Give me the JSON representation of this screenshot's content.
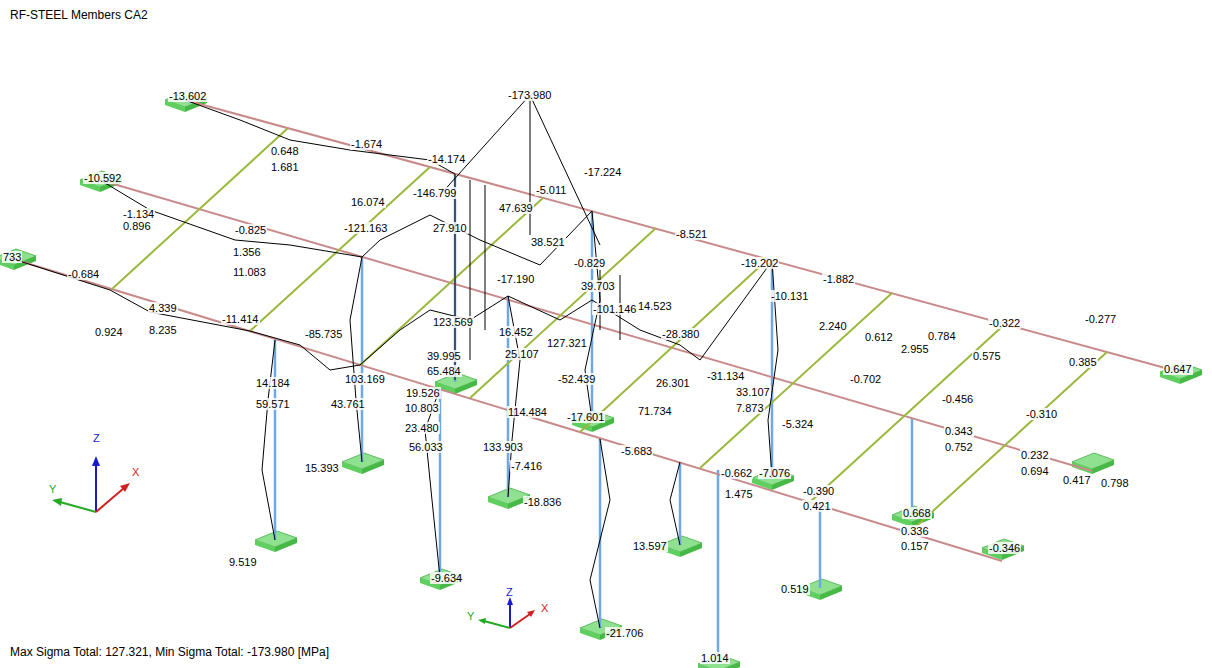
{
  "diagram": {
    "title": "RF-STEEL Members CA2",
    "caption": "Max Sigma Total: 127.321, Min Sigma Total: -173.980 [MPa]",
    "labels": [
      "-13.602",
      "-10.592",
      "733",
      "-173.980",
      "0.648",
      "1.681",
      "-1.674",
      "-14.174",
      "16.074",
      "-146.799",
      "-5.011",
      "47.639",
      "-17.224",
      "-1.134",
      "0.896",
      "-0.825",
      "-121.163",
      "27.910",
      "38.521",
      "-8.521",
      "-0.684",
      "1.356",
      "11.083",
      "-17.190",
      "-0.829",
      "-19.202",
      "39.703",
      "14.523",
      "-10.131",
      "-1.882",
      "-11.414",
      "-85.735",
      "123.569",
      "-101.146",
      "0.924",
      "4.339",
      "8.235",
      "39.995",
      "65.484",
      "16.452",
      "127.321",
      "-28.380",
      "2.240",
      "0.612",
      "2.955",
      "0.784",
      "-0.322",
      "-0.277",
      "0.575",
      "0.385",
      "0.647",
      "14.184",
      "103.169",
      "19.526",
      "25.107",
      "-52.439",
      "26.301",
      "-31.134",
      "33.107",
      "-0.702",
      "-0.456",
      "-0.310",
      "7.873",
      "-5.324",
      "59.571",
      "43.761",
      "10.803",
      "114.484",
      "71.734",
      "-17.601",
      "0.343",
      "0.752",
      "0.232",
      "0.694",
      "0.417",
      "0.798",
      "23.480",
      "56.033",
      "133.903",
      "-5.683",
      "-7.416",
      "-0.662",
      "-7.076",
      "15.393",
      "1.475",
      "-0.390",
      "0.421",
      "0.668",
      "0.336",
      "0.157",
      "-0.346",
      "-18.836",
      "13.597",
      "9.519",
      "0.519",
      "-9.634",
      "-21.706",
      "1.014",
      "Z",
      "Y",
      "X",
      "Z",
      "Y",
      "X"
    ]
  }
}
